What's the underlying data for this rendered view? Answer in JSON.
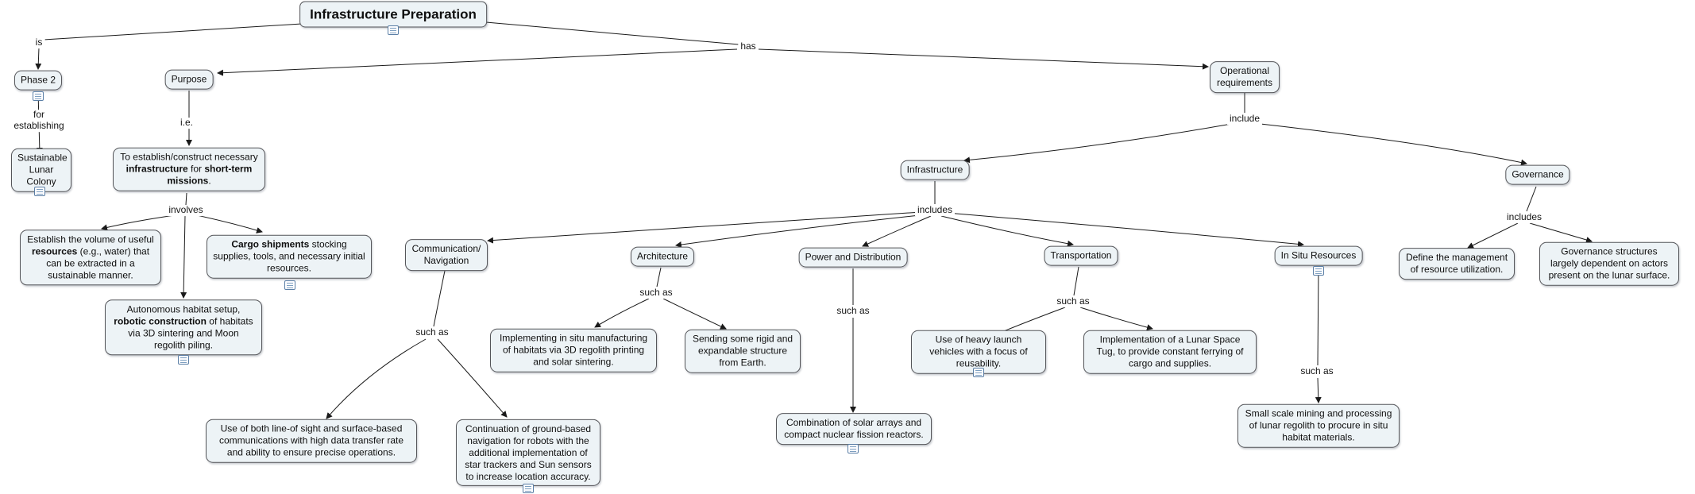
{
  "diagram": {
    "title": "Infrastructure Preparation",
    "type": "concept-map"
  },
  "colors": {
    "background": "#ffffff",
    "node_fill": "#edf3f6",
    "node_border": "#55565a",
    "connector_line": "#1a1a1a",
    "resource_icon_border": "#5b7fa6"
  },
  "nodes": {
    "title": "Infrastructure Preparation",
    "phase2": "Phase 2",
    "sustainable_lunar_colony": "Sustainable Lunar Colony",
    "purpose": "Purpose",
    "purpose_def": {
      "p1": "To establish/construct necessary ",
      "b1": "infrastructure",
      "p2": " for ",
      "b2": "short-term missions",
      "p3": "."
    },
    "resources": {
      "p1": "Establish the volume of useful ",
      "b1": "resources",
      "p2": " (e.g., water) that can be extracted in a sustainable manner."
    },
    "cargo": {
      "b1": "Cargo shipments",
      "p1": " stocking supplies, tools, and necessary initial resources."
    },
    "habitat": {
      "p1": "Autonomous habitat setup, ",
      "b1": "robotic construction",
      "p2": " of habitats via 3D sintering and Moon regolith piling."
    },
    "operational_requirements": "Operational requirements",
    "infrastructure": "Infrastructure",
    "governance": "Governance",
    "comm_nav": "Communication/ Navigation",
    "architecture": "Architecture",
    "power_distribution": "Power and Distribution",
    "transportation": "Transportation",
    "in_situ_resources": "In Situ Resources",
    "define_mgmt": "Define the management of resource utilization.",
    "gov_structures": "Governance structures largely dependent on actors present on the lunar surface.",
    "comm_detail": "Use of both line-of sight and surface-based communications with high data transfer rate and ability to ensure precise operations.",
    "nav_detail": "Continuation of ground-based navigation for robots with the additional implementation of star trackers and Sun sensors to increase location accuracy.",
    "arch_insitu": "Implementing in situ manufacturing of habitats via 3D regolith printing and solar sintering.",
    "arch_earth": "Sending some rigid and expandable structure from Earth.",
    "power_detail": "Combination of solar arrays and compact nuclear fission reactors.",
    "transport_heavy": "Use of heavy launch vehicles with a focus of reusability.",
    "transport_tug": "Implementation of a Lunar Space Tug, to provide constant ferrying of cargo and supplies.",
    "insitu_detail": "Small scale mining and processing of lunar regolith to procure in situ habitat materials."
  },
  "links": {
    "is": "is",
    "for_establishing": "for\nestablishing",
    "has": "has",
    "ie": "i.e.",
    "involves": "involves",
    "include": "include",
    "includes": "includes",
    "such_as": "such as"
  }
}
